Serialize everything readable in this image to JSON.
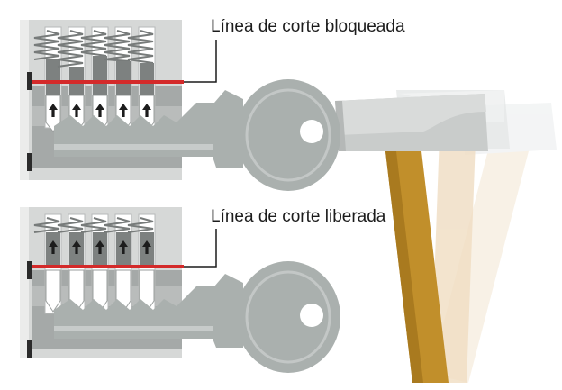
{
  "diagram": {
    "top_panel": {
      "label": "Línea de corte bloqueada",
      "pins": 5,
      "state": "blocked"
    },
    "bottom_panel": {
      "label": "Línea de corte liberada",
      "pins": 5,
      "state": "released"
    },
    "colors": {
      "shear_line": "#d42a2a",
      "cylinder_body": "#cfd2d1",
      "plug": "#a8acab",
      "key": "#aab0ae",
      "hammer_head": "#c9cccb",
      "hammer_handle": "#c08e2a",
      "hammer_ghost": "#f0dcc0",
      "spring_dark": "#777b7a"
    },
    "icons": [
      "up-arrow-icon",
      "spring-icon",
      "key-icon",
      "hammer-icon"
    ]
  }
}
